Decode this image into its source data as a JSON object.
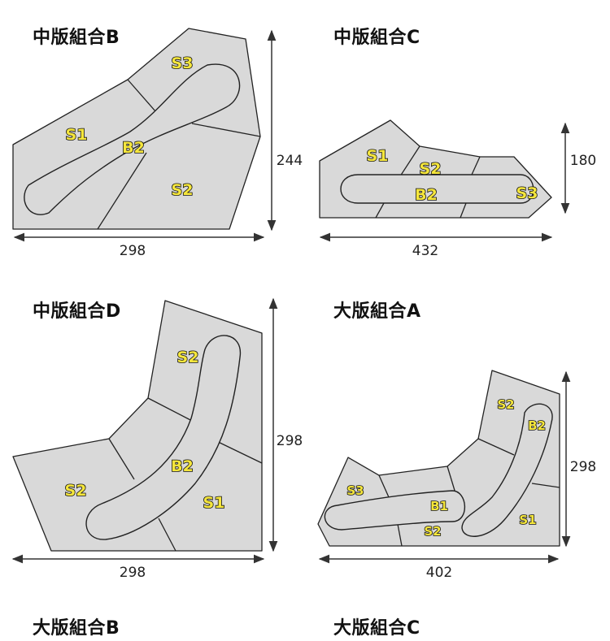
{
  "panels": {
    "mid_b": {
      "title": "中版組合B",
      "labels": {
        "s3": "S3",
        "s1": "S1",
        "b2": "B2",
        "s2": "S2"
      },
      "width": "298",
      "height": "244"
    },
    "mid_c": {
      "title": "中版組合C",
      "labels": {
        "s1": "S1",
        "s2": "S2",
        "b2": "B2",
        "s3": "S3"
      },
      "width": "432",
      "height": "180"
    },
    "mid_d": {
      "title": "中版組合D",
      "labels": {
        "s2_top": "S2",
        "b2": "B2",
        "s2_left": "S2",
        "s1": "S1"
      },
      "width": "298",
      "height": "298"
    },
    "large_a": {
      "title": "大版組合A",
      "labels": {
        "s2": "S2",
        "b2": "B2",
        "s3": "S3",
        "b1": "B1",
        "s2_bottom": "S2",
        "s1": "S1"
      },
      "width": "402",
      "height": "298"
    },
    "large_b": {
      "title": "大版組合B"
    },
    "large_c": {
      "title": "大版組合C"
    }
  }
}
